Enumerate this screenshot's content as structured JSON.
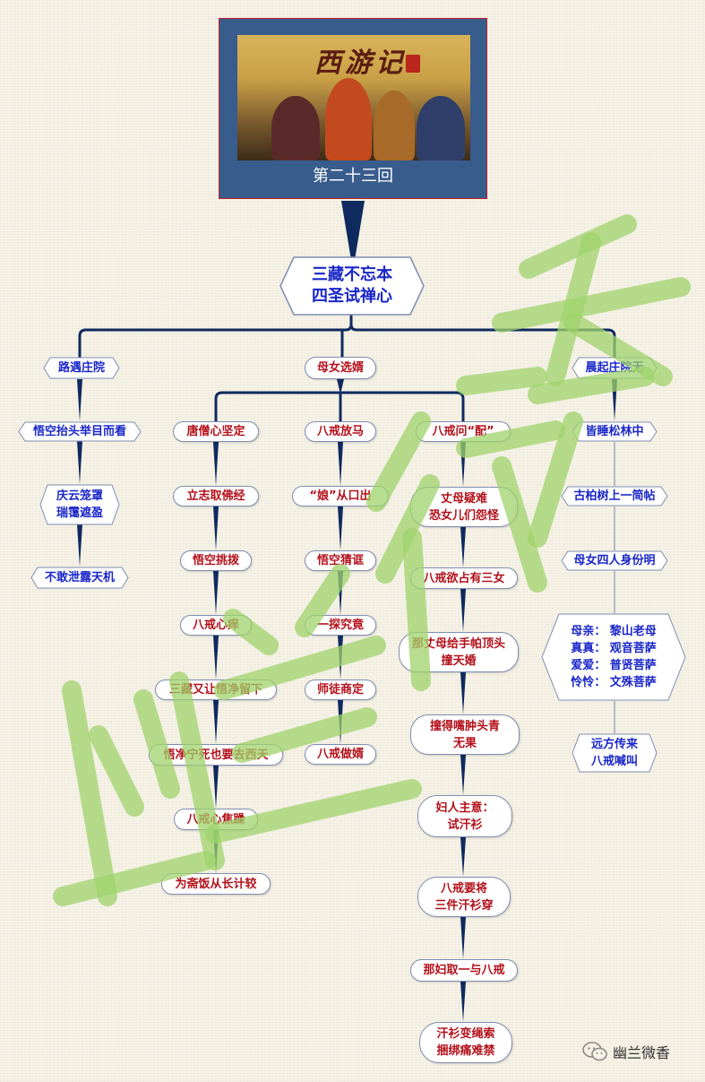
{
  "header": {
    "poster_title": "西游记",
    "episode": "第二十三回"
  },
  "root": {
    "line1": "三藏不忘本",
    "line2": "四圣试禅心"
  },
  "branches": {
    "left": {
      "title": "路遇庄院",
      "items": [
        "悟空抬头举目而看",
        "庆云笼罩\n瑞霭遮盈",
        "不敢泄露天机"
      ]
    },
    "center": {
      "title": "母女选婿",
      "sub1": {
        "title": "唐僧心坚定",
        "items": [
          "立志取佛经",
          "悟空挑拨",
          "八戒心痒",
          "三藏又让悟净留下",
          "悟净宁死也要去西天",
          "八戒心焦躁",
          "为斋饭从长计较"
        ]
      },
      "sub2": {
        "title": "八戒放马",
        "items": [
          "“娘”从口出",
          "悟空猜诓",
          "一探究竟",
          "师徒商定",
          "八戒做婿"
        ]
      },
      "sub3": {
        "title": "八戒问“配”",
        "items": [
          "丈母疑难\n恐女儿们怨怪",
          "八戒欲占有三女",
          "那丈母给手帕顶头\n撞天婚",
          "撞得嘴肿头青\n无果",
          "妇人主意：\n试汗衫",
          "八戒要将\n三件汗衫穿",
          "那妇取一与八戒",
          "汗衫变绳索\n捆绑痛难禁"
        ]
      }
    },
    "right": {
      "title": "晨起庄院无",
      "items": [
        "皆睡松林中",
        "古柏树上一简帖",
        "母女四人身份明",
        "母亲：  黎山老母\n真真：  观音菩萨\n爱爱：  普贤菩萨\n怜怜：  文殊菩萨",
        "远方传来\n八戒喊叫"
      ]
    }
  },
  "watermark": "幽兰微香",
  "brand": "幽兰微香",
  "colors": {
    "link": "#0f2a5e",
    "blue_text": "#1a26c8",
    "red_text": "#b3101a",
    "title_box": "#385c8c",
    "watermark": "#9fd36b"
  }
}
